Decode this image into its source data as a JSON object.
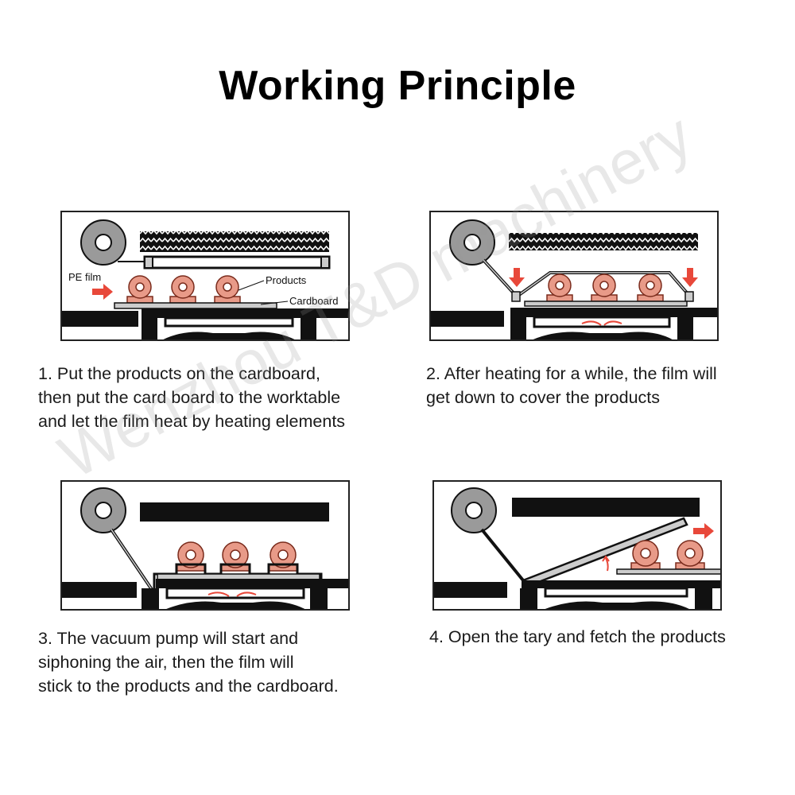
{
  "title": "Working Principle",
  "labels": {
    "pe_film": "PE film",
    "products": "Products",
    "cardboard": "Cardboard"
  },
  "steps": [
    {
      "lines": [
        "1. Put the products on the cardboard,",
        "then put the card board to the worktable",
        "and let the film heat by heating elements"
      ]
    },
    {
      "lines": [
        "2. After heating for a while, the film will",
        "get down to cover the products"
      ]
    },
    {
      "lines": [
        "3. The vacuum pump will start and",
        "siphoning the air, then the film will",
        "stick to the products and the cardboard."
      ]
    },
    {
      "lines": [
        "4. Open the tary and fetch the products"
      ]
    }
  ],
  "watermark": "Wenzhou T&D machinery",
  "colors": {
    "product": "#e89a88",
    "product_stroke": "#7a2b1c",
    "arrow": "#e8483a",
    "roll": "#9a9a9a",
    "dark": "#111111"
  }
}
